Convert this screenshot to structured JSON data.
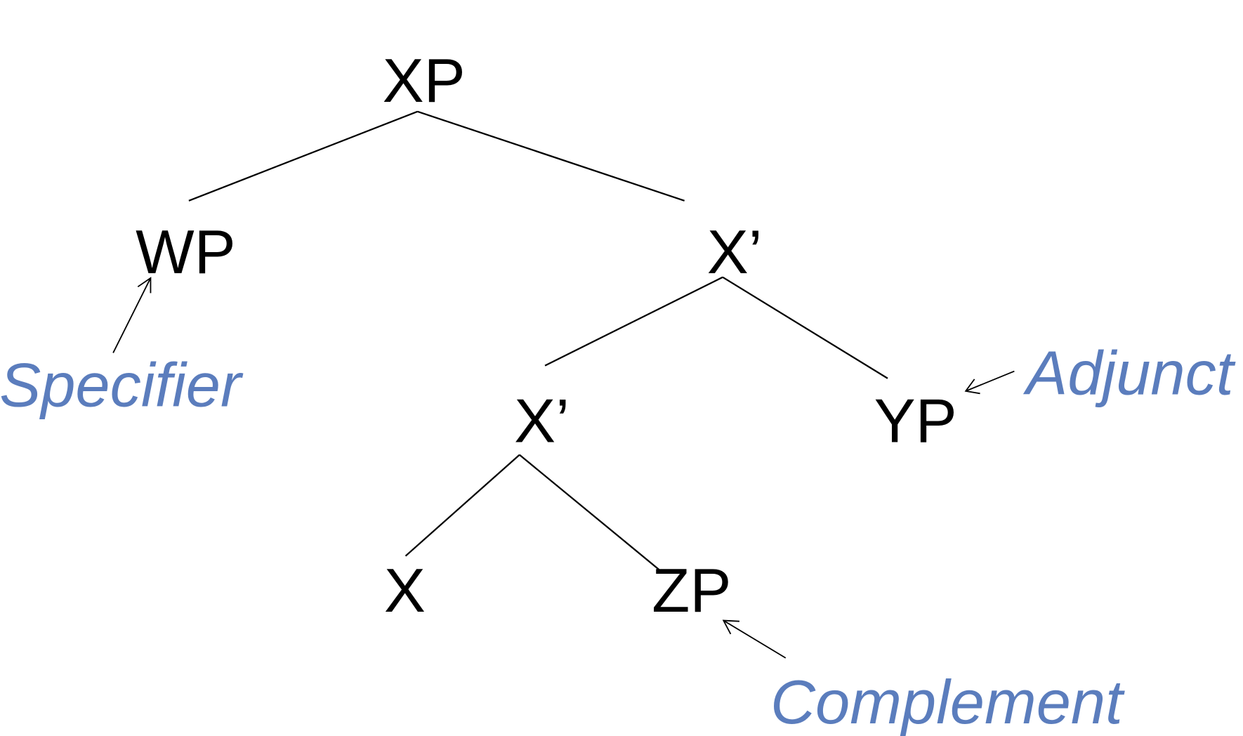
{
  "diagram": {
    "type": "x-bar syntax tree",
    "nodes": [
      {
        "id": "xp",
        "label": "XP"
      },
      {
        "id": "wp",
        "label": "WP"
      },
      {
        "id": "xbar1",
        "label": "X’"
      },
      {
        "id": "xbar2",
        "label": "X’"
      },
      {
        "id": "yp",
        "label": "YP"
      },
      {
        "id": "x",
        "label": "X"
      },
      {
        "id": "zp",
        "label": "ZP"
      }
    ],
    "edges": [
      [
        "xp",
        "wp"
      ],
      [
        "xp",
        "xbar1"
      ],
      [
        "xbar1",
        "xbar2"
      ],
      [
        "xbar1",
        "yp"
      ],
      [
        "xbar2",
        "x"
      ],
      [
        "xbar2",
        "zp"
      ]
    ],
    "annotations": [
      {
        "text": "Specifier",
        "points_to": "wp"
      },
      {
        "text": "Adjunct",
        "points_to": "yp"
      },
      {
        "text": "Complement",
        "points_to": "zp"
      }
    ],
    "colors": {
      "node_text": "#000000",
      "annotation_text": "#5b7dbd",
      "lines": "#000000"
    }
  }
}
